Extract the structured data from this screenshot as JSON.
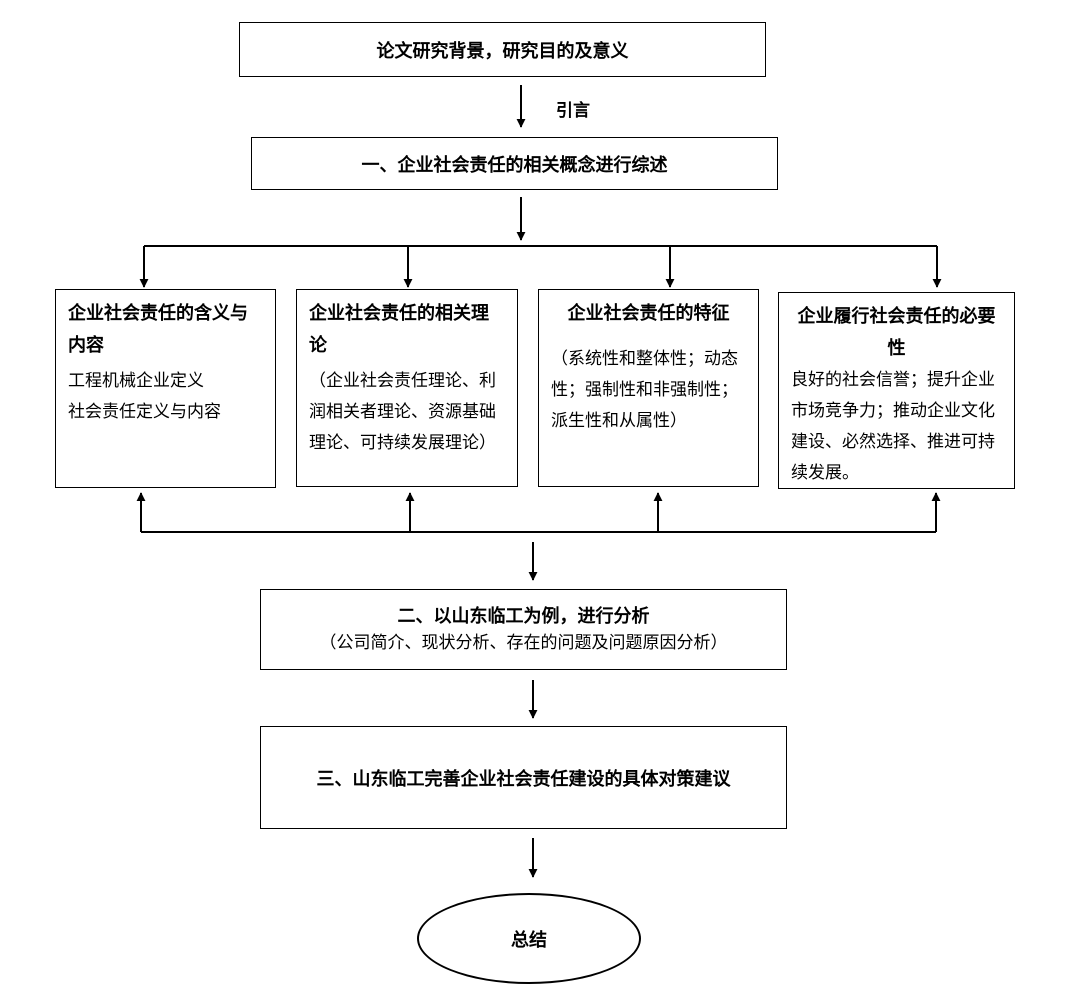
{
  "diagram": {
    "top_box": "论文研究背景，研究目的及意义",
    "arrow_label": "引言",
    "section1": "一、企业社会责任的相关概念进行综述",
    "cards": [
      {
        "title": "企业社会责任的含义与内容",
        "body": "工程机械企业定义\n社会责任定义与内容"
      },
      {
        "title": "企业社会责任的相关理论",
        "body": "（企业社会责任理论、利润相关者理论、资源基础理论、可持续发展理论）"
      },
      {
        "title": "企业社会责任的特征",
        "body": "（系统性和整体性；动态性；强制性和非强制性；派生性和从属性）"
      },
      {
        "title": "企业履行社会责任的必要性",
        "body": "良好的社会信誉；提升企业市场竞争力；推动企业文化建设、必然选择、推进可持续发展。"
      }
    ],
    "section2": {
      "title": "二、以山东临工为例，进行分析",
      "subtitle": "（公司简介、现状分析、存在的问题及问题原因分析）"
    },
    "section3": "三、山东临工完善企业社会责任建设的具体对策建议",
    "conclusion": "总结"
  }
}
